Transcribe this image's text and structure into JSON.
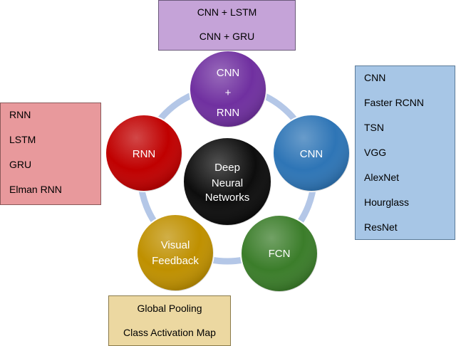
{
  "center": {
    "line1": "Deep",
    "line2": "Neural",
    "line3": "Networks",
    "color": "#0d0d0d"
  },
  "nodes": {
    "cnn_rnn": {
      "line1": "CNN",
      "line2": "+",
      "line3": "RNN",
      "color": "#7030a0"
    },
    "cnn": {
      "label": "CNN",
      "color": "#2e75b6"
    },
    "fcn": {
      "label": "FCN",
      "color": "#3b7d2a"
    },
    "visual_feedback": {
      "line1": "Visual",
      "line2": "Feedback",
      "color": "#bf9000"
    },
    "rnn": {
      "label": "RNN",
      "color": "#c00000"
    }
  },
  "ring_color": "#b4c7e7",
  "boxes": {
    "top": [
      "CNN + LSTM",
      "CNN + GRU"
    ],
    "left": [
      "RNN",
      "LSTM",
      "GRU",
      "Elman RNN"
    ],
    "right": [
      "CNN",
      "Faster RCNN",
      "TSN",
      "VGG",
      "AlexNet",
      "Hourglass",
      "ResNet"
    ],
    "bottom": [
      "Global Pooling",
      "Class Activation Map"
    ]
  }
}
